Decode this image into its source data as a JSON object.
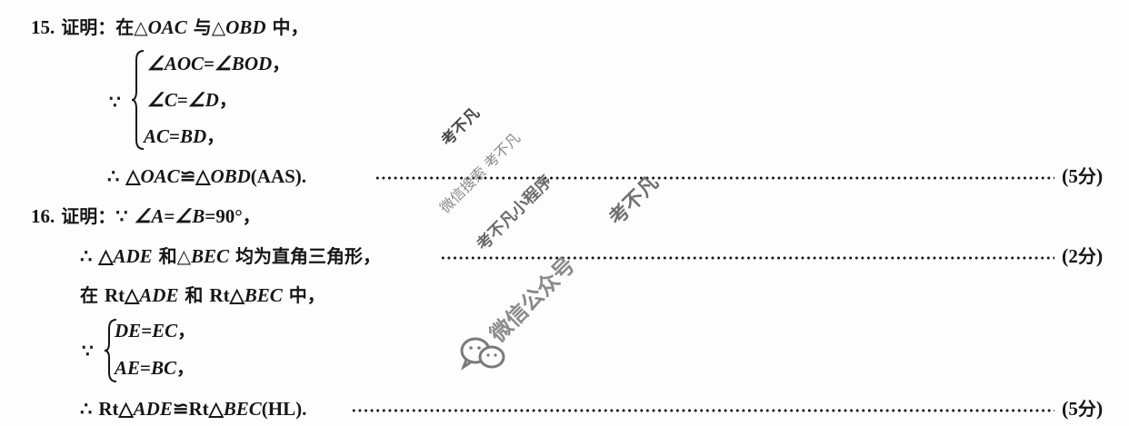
{
  "q15": {
    "number": "15.",
    "proof_label": "证明",
    "colon": "：",
    "intro": {
      "prefix": "在△",
      "tri1": "OAC",
      "mid": " 与△",
      "tri2": "OBD",
      "suffix": " 中，"
    },
    "because_symbol": "∵",
    "conditions": [
      {
        "lhs": "∠AOC",
        "eq": "=",
        "rhs": "∠BOD",
        "end": "，"
      },
      {
        "lhs": "∠C",
        "eq": "=",
        "rhs": "∠D",
        "end": "，"
      },
      {
        "lhs": "AC",
        "eq": "=",
        "rhs": "BD",
        "end": "，"
      }
    ],
    "therefore_symbol": "∴",
    "conclusion": {
      "tri1_prefix": "△",
      "tri1": "OAC",
      "congruent": "≌",
      "tri2_prefix": "△",
      "tri2": "OBD",
      "reason": "(AAS)",
      "end": "."
    },
    "score": {
      "open": "(",
      "value": "5",
      "unit": "分",
      "close": ")"
    }
  },
  "q16": {
    "number": "16.",
    "proof_label": "证明",
    "colon": "：",
    "given": {
      "because_symbol": "∵",
      "angle_a": "∠A",
      "eq1": "=",
      "angle_b": "∠B",
      "eq2": "=",
      "value": "90°",
      "end": "，"
    },
    "step1": {
      "therefore_symbol": "∴",
      "tri_prefix1": "△",
      "tri1": "ADE",
      "and": " 和△",
      "tri2": "BEC",
      "text": " 均为直角三角形，",
      "score": {
        "open": "(",
        "value": "2",
        "unit": "分",
        "close": ")"
      }
    },
    "step2": {
      "prefix": "在 ",
      "rt1": "Rt△",
      "tri1": "ADE",
      "and": " 和 ",
      "rt2": "Rt△",
      "tri2": "BEC",
      "suffix": " 中，"
    },
    "because_symbol": "∵",
    "conditions": [
      {
        "lhs": "DE",
        "eq": "=",
        "rhs": "EC",
        "end": "，"
      },
      {
        "lhs": "AE",
        "eq": "=",
        "rhs": "BC",
        "end": "，"
      }
    ],
    "therefore_symbol": "∴",
    "conclusion": {
      "rt1": "Rt△",
      "tri1": "ADE",
      "congruent": "≌",
      "rt2": "Rt△",
      "tri2": "BEC",
      "reason": "(HL)",
      "end": "."
    },
    "score": {
      "open": "(",
      "value": "5",
      "unit": "分",
      "close": ")"
    }
  },
  "watermarks": [
    {
      "text": "考不凡",
      "color": "#4a4a4a"
    },
    {
      "text": "微信搜索 考不凡",
      "color": "#8a8a8a"
    },
    {
      "text": "考不凡小程序",
      "color": "#6a6a6a"
    },
    {
      "text": "考不凡",
      "color": "#6a6a6a"
    },
    {
      "text": "微信公众号",
      "color": "#8a8a8a"
    }
  ],
  "colors": {
    "text": "#161616",
    "background": "#fdfdfd",
    "watermark": "#7a7a7a"
  }
}
